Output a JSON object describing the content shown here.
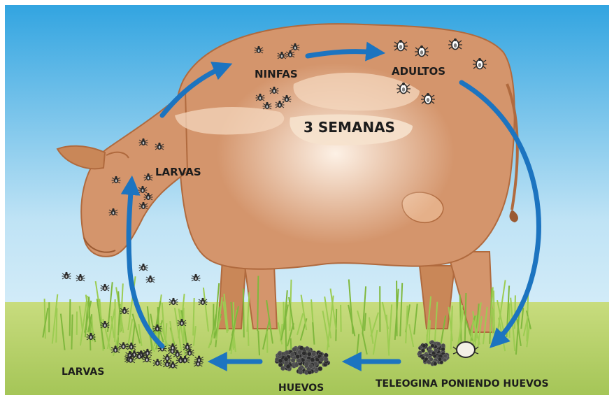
{
  "labels": {
    "ninfas": "NINFAS",
    "adultos": "ADULTOS",
    "duration": "3 SEMANAS",
    "larvas_on_cow": "LARVAS",
    "larvas_on_ground": "LARVAS",
    "huevos": "HUEVOS",
    "teleogina": "TELEOGINA PONIENDO HUEVOS"
  },
  "colors": {
    "sky_top": "#2fa3e0",
    "sky_bottom": "#d9eef7",
    "ground": "#a9c85a",
    "cow_body": "#d4956c",
    "cow_outline": "#b06a3e",
    "grass": "#8fc14a",
    "arrow": "#1c74c0",
    "tick_dark": "#2a2a2a"
  },
  "icons": [
    "tick-icon",
    "egg-mass-icon",
    "cycle-arrow-icon"
  ]
}
